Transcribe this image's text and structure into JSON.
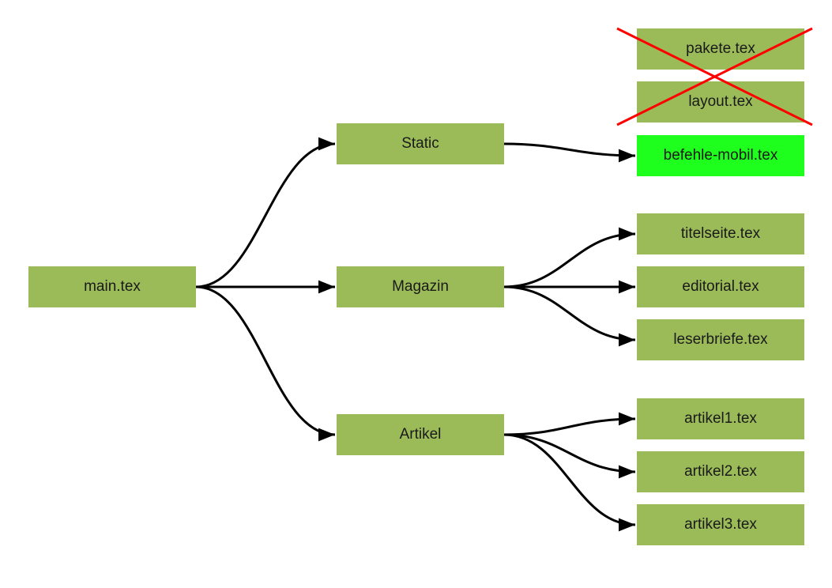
{
  "colors": {
    "node_fill": "#9BBB59",
    "highlight_fill": "#1EFF1E",
    "edge": "#000000",
    "strike": "#FF0000"
  },
  "nodes": {
    "main": {
      "label": "main.tex"
    },
    "static": {
      "label": "Static"
    },
    "magazin": {
      "label": "Magazin"
    },
    "artikel": {
      "label": "Artikel"
    },
    "pakete": {
      "label": "pakete.tex",
      "crossed_out": true
    },
    "layout": {
      "label": "layout.tex",
      "crossed_out": true
    },
    "befehle": {
      "label": "befehle-mobil.tex",
      "highlighted": true
    },
    "titelseite": {
      "label": "titelseite.tex"
    },
    "editorial": {
      "label": "editorial.tex"
    },
    "leserbriefe": {
      "label": "leserbriefe.tex"
    },
    "artikel1": {
      "label": "artikel1.tex"
    },
    "artikel2": {
      "label": "artikel2.tex"
    },
    "artikel3": {
      "label": "artikel3.tex"
    }
  },
  "edges": [
    {
      "from": "main",
      "to": "static"
    },
    {
      "from": "main",
      "to": "magazin"
    },
    {
      "from": "main",
      "to": "artikel"
    },
    {
      "from": "static",
      "to": "befehle"
    },
    {
      "from": "magazin",
      "to": "titelseite"
    },
    {
      "from": "magazin",
      "to": "editorial"
    },
    {
      "from": "magazin",
      "to": "leserbriefe"
    },
    {
      "from": "artikel",
      "to": "artikel1"
    },
    {
      "from": "artikel",
      "to": "artikel2"
    },
    {
      "from": "artikel",
      "to": "artikel3"
    }
  ]
}
